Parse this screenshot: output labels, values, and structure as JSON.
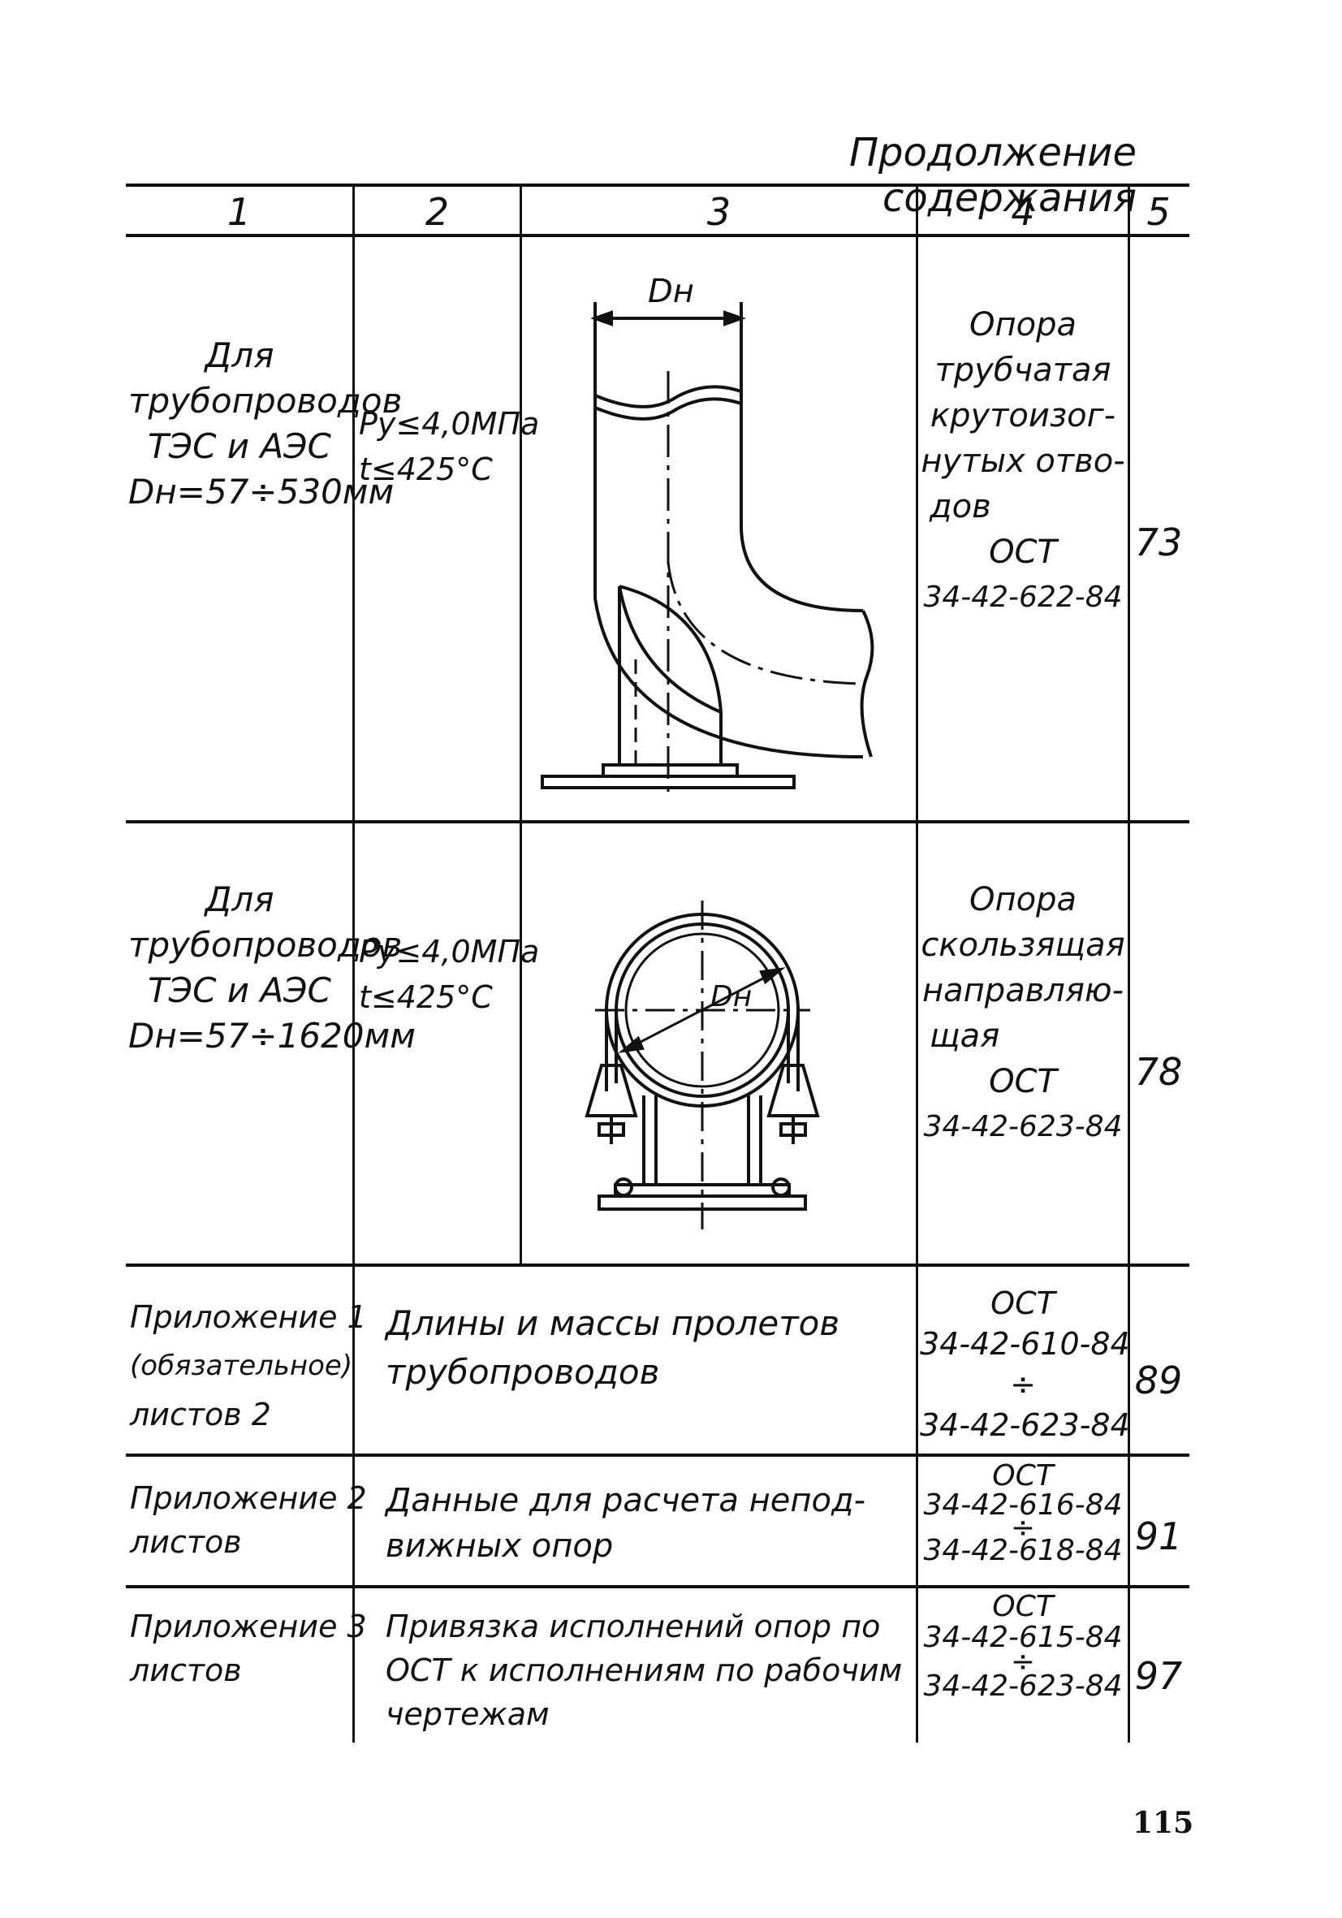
{
  "document": {
    "caption": "Продолжение содержания",
    "page_number": "115",
    "columns": [
      "1",
      "2",
      "3",
      "4",
      "5"
    ],
    "rows": [
      {
        "purpose": [
          "Для",
          "трубопроводов",
          "ТЭС и АЭС",
          "Dн=57÷530мм"
        ],
        "conditions": [
          "Ру≤4,0МПа",
          "t≤425°C"
        ],
        "drawing_label": "Dн",
        "name": [
          "Опора",
          "трубчатая",
          "крутоизог-",
          "нутых отво-",
          "дов",
          "ОСТ",
          "34-42-622-84"
        ],
        "page": "73"
      },
      {
        "purpose": [
          "Для",
          "трубопроводов",
          "ТЭС и АЭС",
          "Dн=57÷1620мм"
        ],
        "conditions": [
          "Ру≤4,0МПа",
          "t≤425°C"
        ],
        "drawing_label": "Dн",
        "name": [
          "Опора",
          "скользящая",
          "направляю-",
          "щая",
          "ОСТ",
          "34-42-623-84"
        ],
        "page": "78"
      },
      {
        "purpose": [
          "Приложение 1",
          "(обязательное)",
          "листов 2"
        ],
        "description": [
          "Длины и массы пролетов",
          "трубопроводов"
        ],
        "name": [
          "ОСТ",
          "34-42-610-84",
          "÷",
          "34-42-623-84"
        ],
        "page": "89"
      },
      {
        "purpose": [
          "Приложение 2",
          "листов"
        ],
        "description": [
          "Данные для расчета непод-",
          "вижных опор"
        ],
        "name": [
          "ОСТ",
          "34-42-616-84",
          "÷",
          "34-42-618-84"
        ],
        "page": "91"
      },
      {
        "purpose": [
          "Приложение 3",
          "листов"
        ],
        "description": [
          "Привязка исполнений опор по",
          "ОСТ к исполнениям по рабочим",
          "чертежам"
        ],
        "name": [
          "ОСТ",
          "34-42-615-84",
          "÷",
          "34-42-623-84"
        ],
        "page": "97"
      }
    ]
  }
}
